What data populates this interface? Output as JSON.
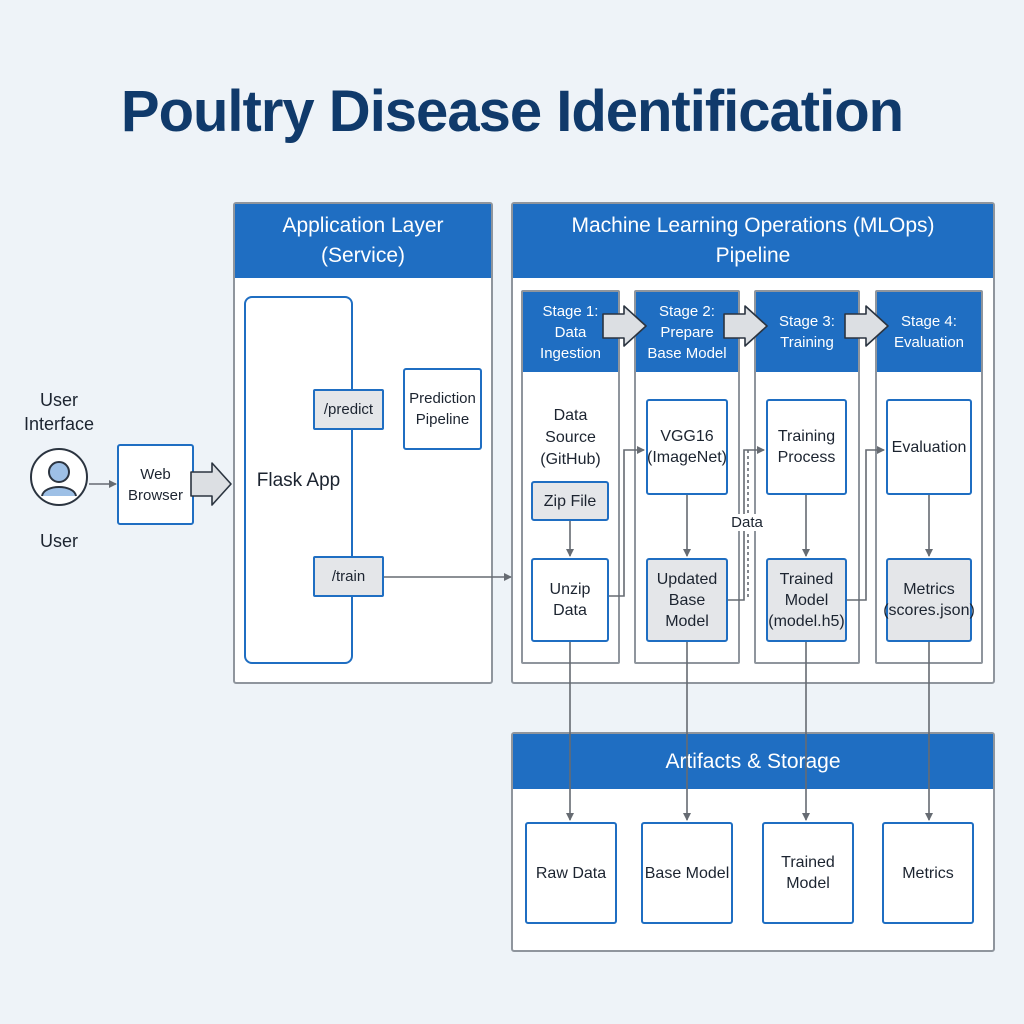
{
  "title": "Poultry Disease Identification",
  "user": {
    "interface_label": "User\nInterface",
    "user_label": "User",
    "browser_label": "Web\nBrowser"
  },
  "app_layer": {
    "header": "Application Layer\n(Service)",
    "flask": "Flask App",
    "predict_route": "/predict",
    "train_route": "/train",
    "prediction_pipeline": "Prediction\nPipeline"
  },
  "mlops": {
    "header": "Machine Learning Operations (MLOps)\nPipeline",
    "data_label": "Data",
    "stages": [
      {
        "title": "Stage 1:\nData Ingestion"
      },
      {
        "title": "Stage 2:\nPrepare\nBase Model"
      },
      {
        "title": "Stage 3:\nTraining"
      },
      {
        "title": "Stage 4:\nEvaluation"
      }
    ],
    "stage1": {
      "source": "Data\nSource\n(GitHub)",
      "zip": "Zip File",
      "unzip": "Unzip Data"
    },
    "stage2": {
      "vgg": "VGG16\n(ImageNet)",
      "updated": "Updated\nBase Model"
    },
    "stage3": {
      "process": "Training\nProcess",
      "model": "Trained\nModel\n(model.h5)"
    },
    "stage4": {
      "eval": "Evaluation",
      "metrics": "Metrics\n(scores.json)"
    }
  },
  "artifacts": {
    "header": "Artifacts & Storage",
    "items": [
      "Raw Data",
      "Base Model",
      "Trained\nModel",
      "Metrics"
    ]
  },
  "colors": {
    "accent": "#1f6ec2",
    "title": "#103a6b",
    "background": "#eef3f8",
    "wire": "#666b72"
  }
}
